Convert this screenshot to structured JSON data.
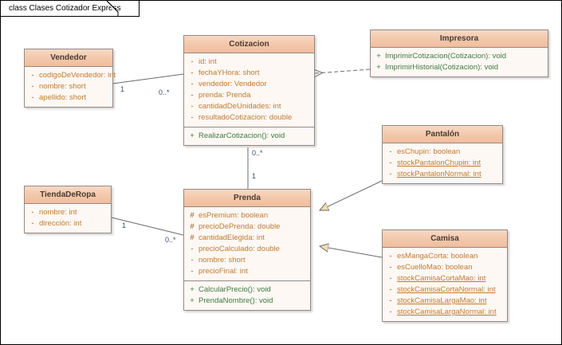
{
  "frame": {
    "title": "class Clases Cotizador Express"
  },
  "palette": {
    "header_top": "#f7d9c4",
    "header_bottom": "#f0bd9c",
    "body": "#fdf8f4",
    "border": "#948a84",
    "attribute_text": "#c07a30",
    "operation_text": "#3f7a3f",
    "title_text": "#4a3b32",
    "connector": "#6b6b6b",
    "multiplicity_text": "#3b4a6b",
    "generalization_fill": "#f5dcb0"
  },
  "classes": [
    {
      "id": "vendedor",
      "name": "Vendedor",
      "attributes": [
        {
          "visibility": "-",
          "signature": "codigoDeVendedor: int",
          "static": false
        },
        {
          "visibility": "-",
          "signature": "nombre: short",
          "static": false
        },
        {
          "visibility": "-",
          "signature": "apellido: short",
          "static": false
        }
      ],
      "operations": []
    },
    {
      "id": "cotizacion",
      "name": "Cotizacion",
      "attributes": [
        {
          "visibility": "-",
          "signature": "id: int",
          "static": false
        },
        {
          "visibility": "-",
          "signature": "fechaYHora: short",
          "static": false
        },
        {
          "visibility": "-",
          "signature": "vendedor: Vendedor",
          "static": false
        },
        {
          "visibility": "-",
          "signature": "prenda: Prenda",
          "static": false
        },
        {
          "visibility": "-",
          "signature": "cantidadDeUnidades: int",
          "static": false
        },
        {
          "visibility": "-",
          "signature": "resultadoCotizacion: double",
          "static": false
        }
      ],
      "operations": [
        {
          "visibility": "+",
          "signature": "RealizarCotizacion(): void",
          "static": false
        }
      ]
    },
    {
      "id": "impresora",
      "name": "Impresora",
      "attributes": [],
      "operations": [
        {
          "visibility": "+",
          "signature": "ImprimirCotizacion(Cotizacion): void",
          "static": false
        },
        {
          "visibility": "+",
          "signature": "ImprimirHistorial(Cotizacion): void",
          "static": false
        }
      ]
    },
    {
      "id": "pantalon",
      "name": "Pantalón",
      "attributes": [
        {
          "visibility": "-",
          "signature": "esChupin: boolean",
          "static": false
        },
        {
          "visibility": "-",
          "signature": "stockPantalonChupin: int",
          "static": true
        },
        {
          "visibility": "-",
          "signature": "stockPantalonNormal: int",
          "static": true
        }
      ],
      "operations": []
    },
    {
      "id": "tiendaderopa",
      "name": "TiendaDeRopa",
      "attributes": [
        {
          "visibility": "-",
          "signature": "nombre: int",
          "static": false
        },
        {
          "visibility": "-",
          "signature": "dirección: int",
          "static": false
        }
      ],
      "operations": []
    },
    {
      "id": "prenda",
      "name": "Prenda",
      "attributes": [
        {
          "visibility": "#",
          "signature": "esPremium: boolean",
          "static": false
        },
        {
          "visibility": "#",
          "signature": "precioDePrenda: double",
          "static": false
        },
        {
          "visibility": "#",
          "signature": "cantidadElegida: int",
          "static": false
        },
        {
          "visibility": "-",
          "signature": "precioCalculado: double",
          "static": false
        },
        {
          "visibility": "-",
          "signature": "nombre: short",
          "static": false
        },
        {
          "visibility": "-",
          "signature": "precioFinal: int",
          "static": false
        }
      ],
      "operations": [
        {
          "visibility": "+",
          "signature": "CalcularPrecio(): void",
          "static": false
        },
        {
          "visibility": "+",
          "signature": "PrendaNombre(): void",
          "static": false
        }
      ]
    },
    {
      "id": "camisa",
      "name": "Camisa",
      "attributes": [
        {
          "visibility": "-",
          "signature": "esMangaCorta: boolean",
          "static": false
        },
        {
          "visibility": "-",
          "signature": "esCuelloMao: boolean",
          "static": false
        },
        {
          "visibility": "-",
          "signature": "stockCamisaCortaMao: int",
          "static": true
        },
        {
          "visibility": "-",
          "signature": "stockCamisaCortaNormal: int",
          "static": true
        },
        {
          "visibility": "-",
          "signature": "stockCamisaLargaMao: int",
          "static": true
        },
        {
          "visibility": "-",
          "signature": "stockCamisaLargaNormal: int",
          "static": true
        }
      ],
      "operations": []
    }
  ],
  "connectors": [
    {
      "id": "vendedor-cotizacion",
      "type": "association",
      "source": "vendedor",
      "target": "cotizacion",
      "source_multiplicity": "1",
      "target_multiplicity": "0..*"
    },
    {
      "id": "cotizacion-prenda",
      "type": "association",
      "source": "cotizacion",
      "target": "prenda",
      "source_multiplicity": "0..*",
      "target_multiplicity": "1"
    },
    {
      "id": "tiendaderopa-prenda",
      "type": "association",
      "source": "tiendaderopa",
      "target": "prenda",
      "source_multiplicity": "1",
      "target_multiplicity": "0..*"
    },
    {
      "id": "impresora-cotizacion",
      "type": "dependency",
      "source": "impresora",
      "target": "cotizacion",
      "source_multiplicity": "",
      "target_multiplicity": ""
    },
    {
      "id": "pantalon-prenda",
      "type": "generalization",
      "source": "pantalon",
      "target": "prenda",
      "source_multiplicity": "",
      "target_multiplicity": ""
    },
    {
      "id": "camisa-prenda",
      "type": "generalization",
      "source": "camisa",
      "target": "prenda",
      "source_multiplicity": "",
      "target_multiplicity": ""
    }
  ],
  "multiplicity_labels": [
    {
      "id": "vendedor-end",
      "text": "1"
    },
    {
      "id": "cotizacion-end-left",
      "text": "0..*"
    },
    {
      "id": "cotizacion-end-bottom",
      "text": "0..*"
    },
    {
      "id": "prenda-end-top",
      "text": "1"
    },
    {
      "id": "tiendaderopa-end",
      "text": "1"
    },
    {
      "id": "prenda-end-left",
      "text": "0..*"
    }
  ]
}
